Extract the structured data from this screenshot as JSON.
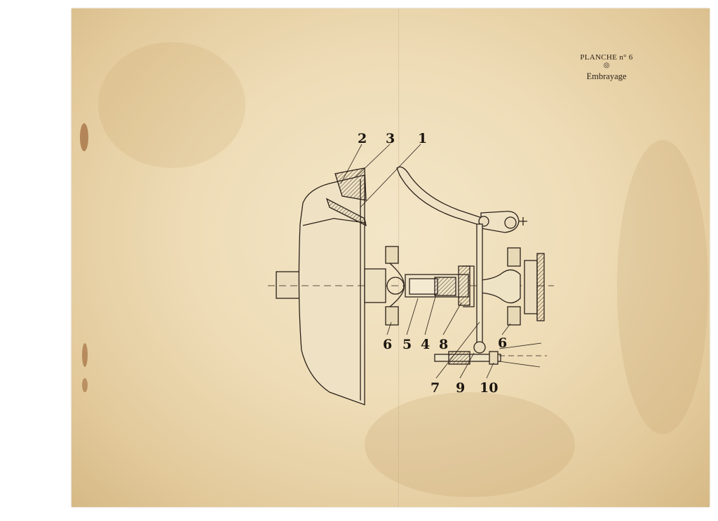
{
  "plate": {
    "number": "PLANCHE n° 6",
    "ornament": "◎",
    "title": "Embrayage"
  },
  "callouts": {
    "c2": "2",
    "c3": "3",
    "c1": "1",
    "c6_left": "6",
    "c5": "5",
    "c4": "4",
    "c8": "8",
    "c6_right": "6",
    "c7": "7",
    "c9": "9",
    "c10": "10"
  },
  "colors": {
    "paper": "#eedcb6",
    "ink": "#1c1610",
    "rust": "#8a4a1e"
  }
}
